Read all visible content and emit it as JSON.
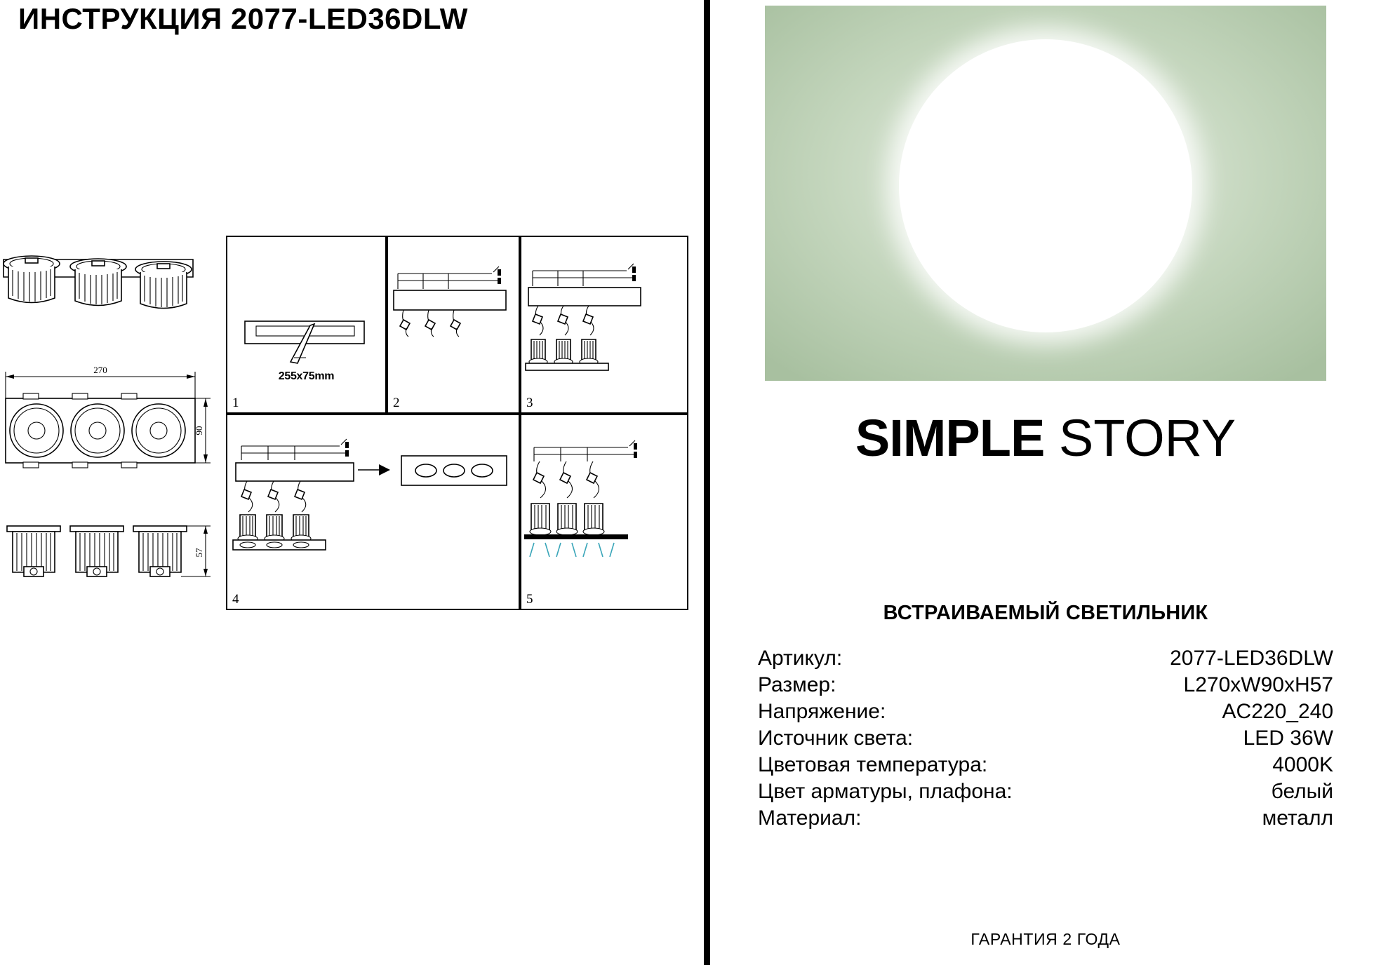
{
  "document": {
    "title": "ИНСТРУКЦИЯ 2077-LED36DLW"
  },
  "left": {
    "dimensions": {
      "length": "270",
      "width": "90",
      "height": "57"
    },
    "steps": [
      {
        "number": "1",
        "label": "255x75mm"
      },
      {
        "number": "2",
        "label": ""
      },
      {
        "number": "3",
        "label": ""
      },
      {
        "number": "4",
        "label": ""
      },
      {
        "number": "5",
        "label": ""
      }
    ]
  },
  "right": {
    "brand": {
      "word1": "SIMPLE",
      "word2": "STORY"
    },
    "product_type": "ВСТРАИВАЕМЫЙ СВЕТИЛЬНИК",
    "specs": [
      {
        "label": "Артикул:",
        "value": "2077-LED36DLW"
      },
      {
        "label": "Размер:",
        "value": "L270xW90xH57"
      },
      {
        "label": "Напряжение:",
        "value": "AC220_240"
      },
      {
        "label": "Источник света:",
        "value": "LED 36W"
      },
      {
        "label": "Цветовая температура:",
        "value": "4000K"
      },
      {
        "label": "Цвет арматуры, плафона:",
        "value": "белый"
      },
      {
        "label": "Материал:",
        "value": "металл"
      }
    ],
    "warranty": "ГАРАНТИЯ 2 ГОДА"
  },
  "colors": {
    "hero_light": "#e9f0e6",
    "hero_mid": "#c4d6bd",
    "hero_dark": "#a8c0a0",
    "ink": "#000000",
    "light_beam": "#3aa6b9"
  }
}
